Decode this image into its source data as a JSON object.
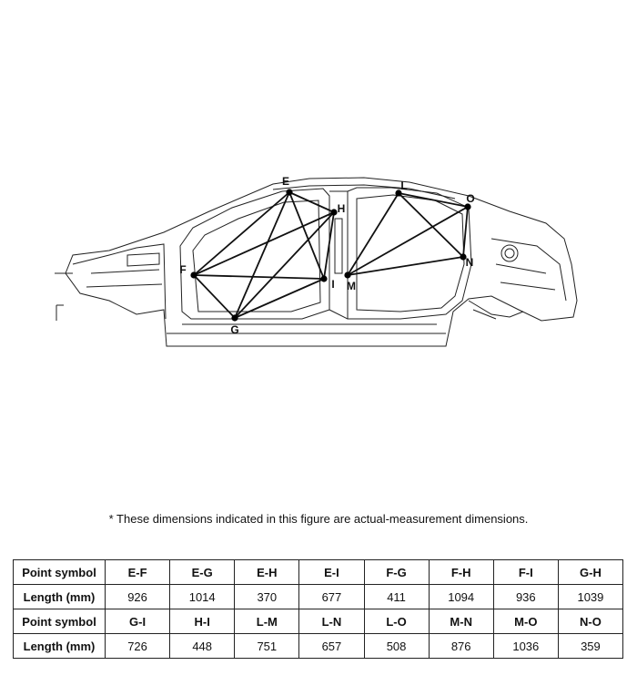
{
  "points": [
    {
      "id": "E"
    },
    {
      "id": "F"
    },
    {
      "id": "G"
    },
    {
      "id": "H"
    },
    {
      "id": "I"
    },
    {
      "id": "L"
    },
    {
      "id": "M"
    },
    {
      "id": "N"
    },
    {
      "id": "O"
    }
  ],
  "note": "*  These dimensions indicated in this figure are actual-measurement dimensions.",
  "table": {
    "header_label": "Point symbol",
    "length_label": "Length (mm)",
    "groups": [
      {
        "symbols": [
          "E-F",
          "E-G",
          "E-H",
          "E-I",
          "F-G",
          "F-H",
          "F-I",
          "G-H"
        ],
        "lengths": [
          "926",
          "1014",
          "370",
          "677",
          "411",
          "1094",
          "936",
          "1039"
        ]
      },
      {
        "symbols": [
          "G-I",
          "H-I",
          "L-M",
          "L-N",
          "L-O",
          "M-N",
          "M-O",
          "N-O"
        ],
        "lengths": [
          "726",
          "448",
          "751",
          "657",
          "508",
          "876",
          "1036",
          "359"
        ]
      }
    ]
  }
}
